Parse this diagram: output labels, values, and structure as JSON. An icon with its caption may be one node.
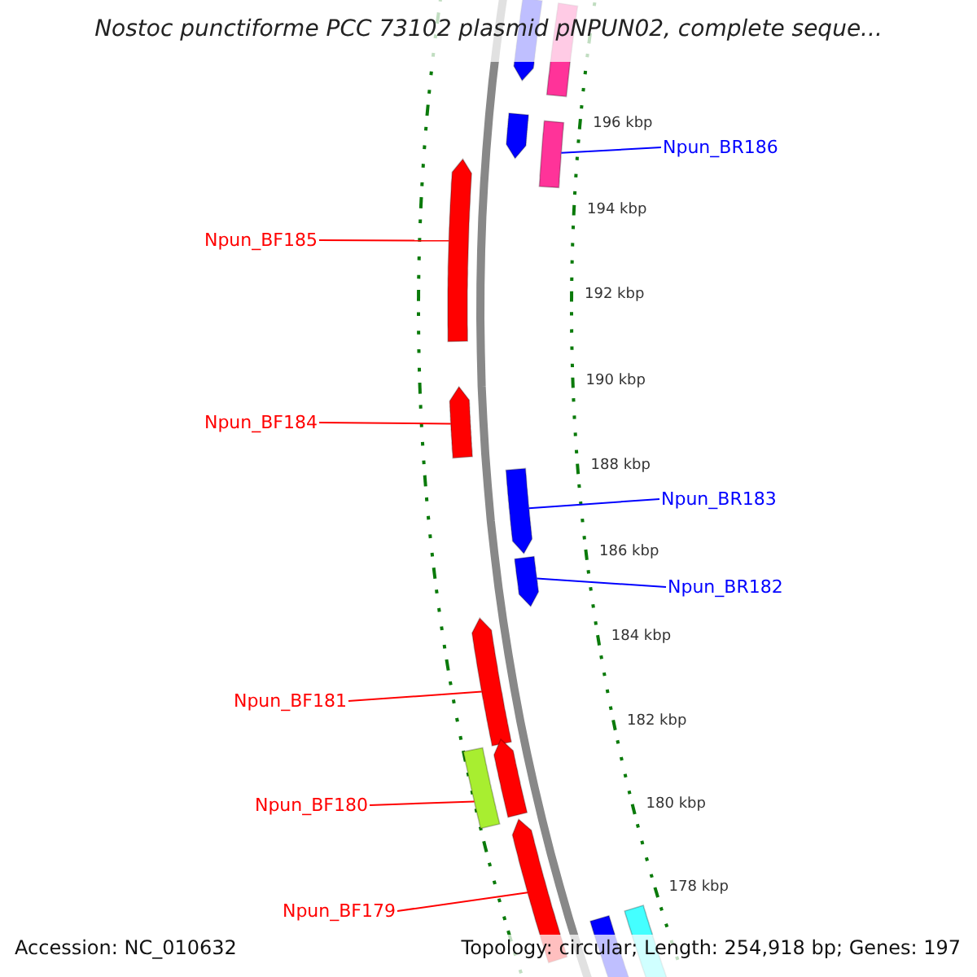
{
  "diagram": {
    "title": "Nostoc punctiforme PCC 73102 plasmid pNPUN02, complete seque...",
    "nodes": [
      {
        "text": [
          "Npun_BR186"
        ]
      },
      {
        "text": [
          "Npun_BF185"
        ]
      },
      {
        "text": [
          "Npun_BF184"
        ]
      },
      {
        "text": [
          "Npun_BR183"
        ]
      },
      {
        "text": [
          "Npun_BR182"
        ]
      },
      {
        "text": [
          "Npun_BF181"
        ]
      },
      {
        "text": [
          "Npun_BF180"
        ]
      },
      {
        "text": [
          "Npun_BF179"
        ]
      },
      {
        "text": [],
        "shape": "arrow"
      },
      {
        "text": [],
        "shape": "box"
      },
      {
        "text": [],
        "shape": "arrow"
      },
      {
        "text": [],
        "shape": "box"
      },
      {
        "text": [],
        "shape": "arrow"
      },
      {
        "text": [],
        "shape": "arrow"
      },
      {
        "text": [],
        "shape": "arrow"
      },
      {
        "text": [],
        "shape": "arrow"
      },
      {
        "text": [],
        "shape": "arrow"
      },
      {
        "text": [],
        "shape": "arrow"
      },
      {
        "text": [],
        "shape": "box"
      },
      {
        "text": [],
        "shape": "arrow"
      },
      {
        "text": [],
        "shape": "arrow"
      },
      {
        "text": [],
        "shape": "box"
      }
    ],
    "edges": [
      {
        "from": 0,
        "to": 11,
        "arrow": "none",
        "color": "#0000ff"
      },
      {
        "from": 1,
        "to": 12,
        "arrow": "none"
      },
      {
        "from": 2,
        "to": 13,
        "arrow": "none"
      },
      {
        "from": 3,
        "to": 14,
        "arrow": "none",
        "color": "#0000ff"
      },
      {
        "from": 4,
        "to": 15,
        "arrow": "none",
        "color": "#0000ff"
      },
      {
        "from": 5,
        "to": 16,
        "arrow": "none"
      },
      {
        "from": 6,
        "to": 18,
        "arrow": "none"
      },
      {
        "from": 7,
        "to": 19,
        "arrow": "none"
      }
    ],
    "labels": [
      "196 kbp",
      "194 kbp",
      "192 kbp",
      "190 kbp",
      "188 kbp",
      "186 kbp",
      "184 kbp",
      "182 kbp",
      "180 kbp",
      "178 kbp",
      "Accession: NC_010632",
      "Topology: circular; Length: 254,918 bp; Genes: 197"
    ]
  }
}
